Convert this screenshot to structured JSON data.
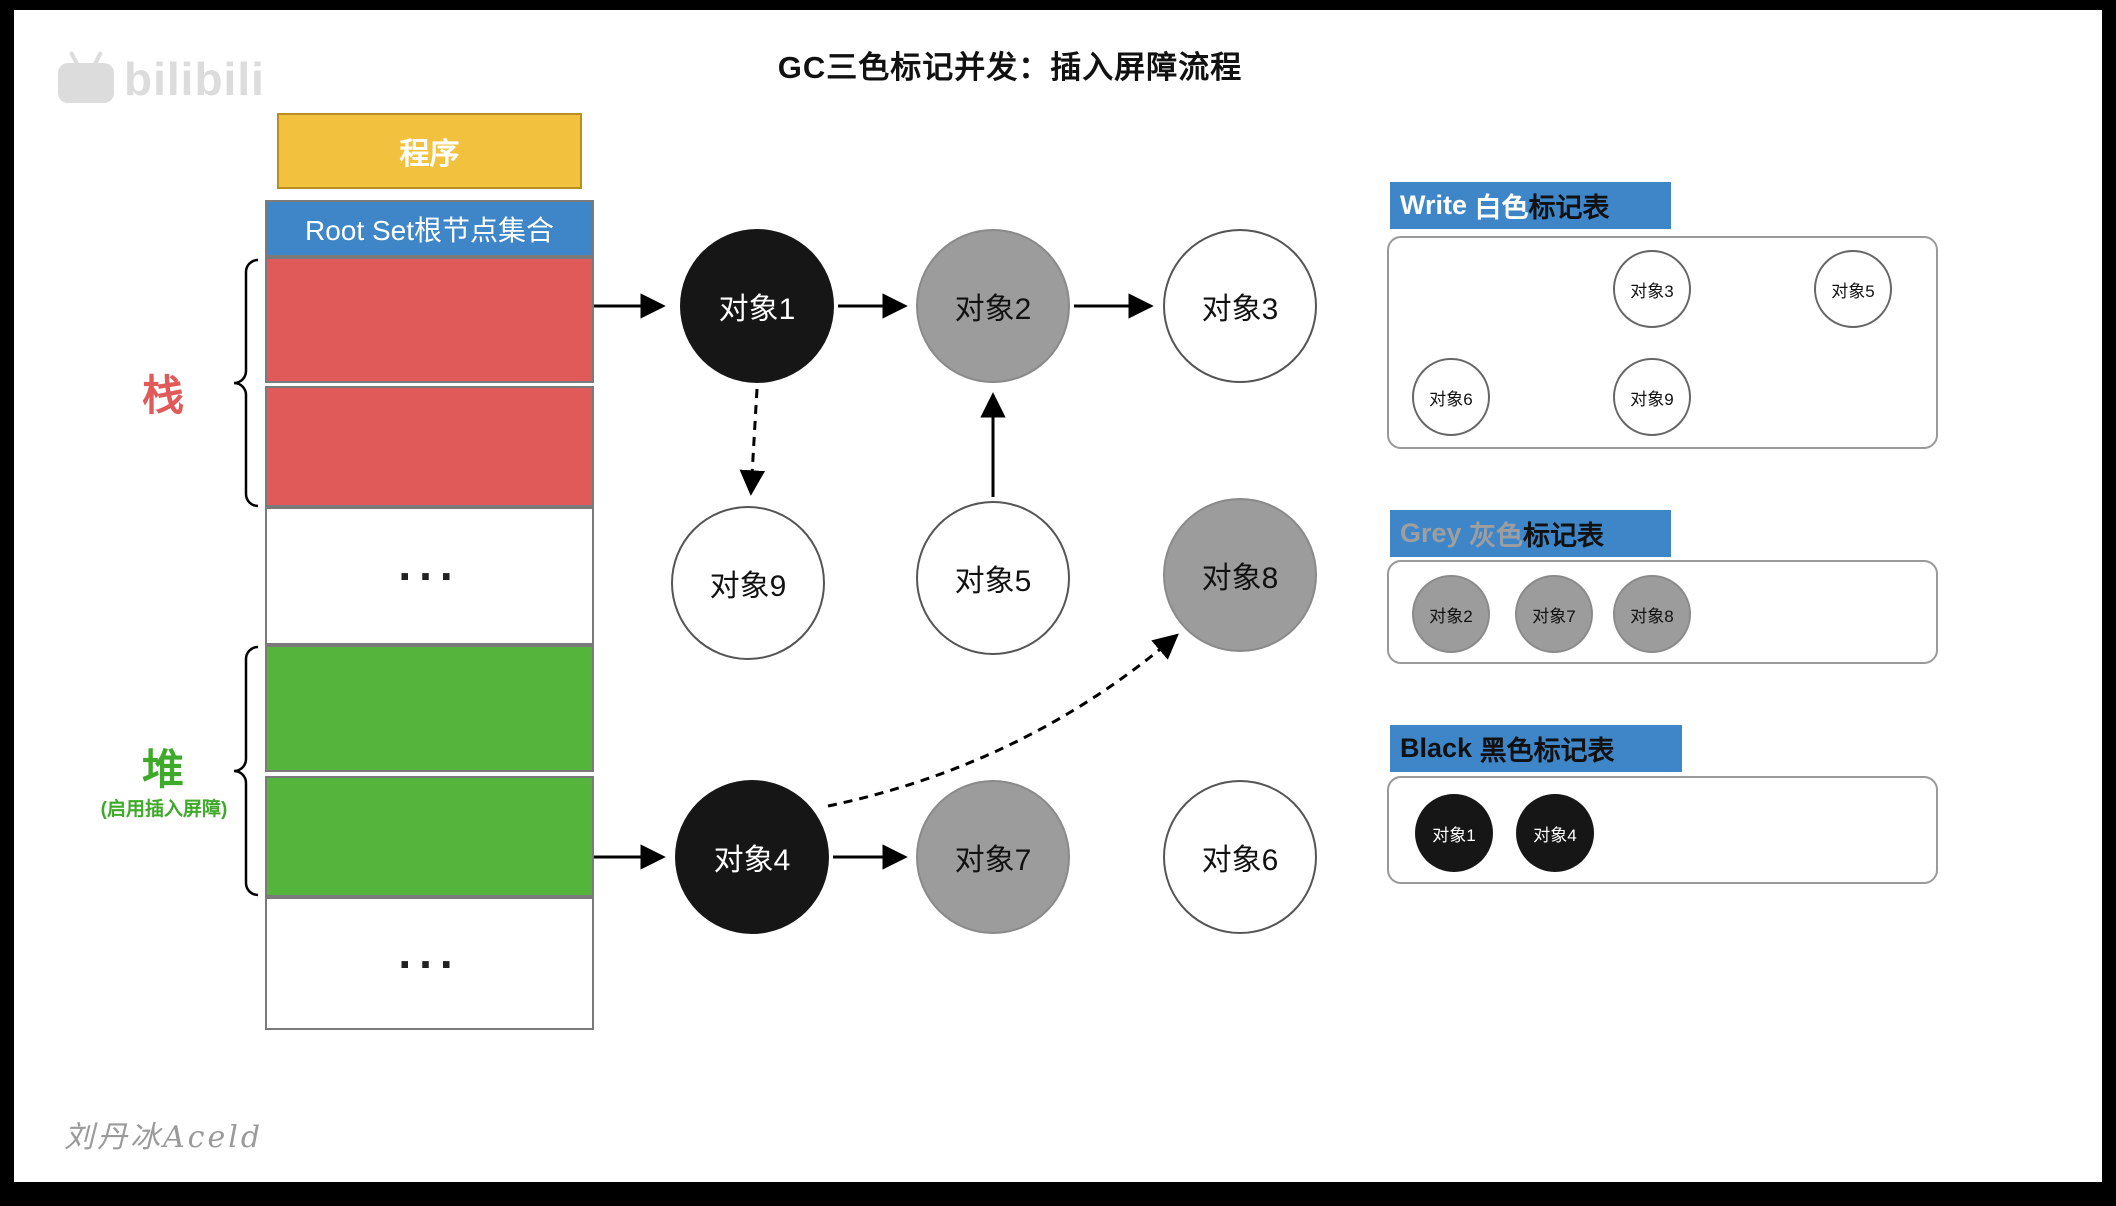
{
  "title": "GC三色标记并发：插入屏障流程",
  "watermark": "bilibili",
  "signature": "刘丹冰Aceld",
  "memory": {
    "program_label": "程序",
    "rootset_label": "Root Set根节点集合",
    "stack_label": "栈",
    "heap_label": "堆",
    "heap_note": "(启用插入屏障)",
    "ellipsis": "...",
    "segments": [
      {
        "name": "program",
        "color": "#F2C13D"
      },
      {
        "name": "root-set",
        "color": "#3E86C8"
      },
      {
        "name": "stack-slot-1",
        "color": "#E05A5A"
      },
      {
        "name": "stack-slot-2",
        "color": "#E05A5A"
      },
      {
        "name": "ellipsis",
        "color": "#FFFFFF"
      },
      {
        "name": "heap-slot-1",
        "color": "#55B43C"
      },
      {
        "name": "heap-slot-2",
        "color": "#55B43C"
      },
      {
        "name": "ellipsis",
        "color": "#FFFFFF"
      }
    ]
  },
  "graph": {
    "nodes": [
      {
        "label": "对象1",
        "color": "black"
      },
      {
        "label": "对象2",
        "color": "grey"
      },
      {
        "label": "对象3",
        "color": "white"
      },
      {
        "label": "对象4",
        "color": "black"
      },
      {
        "label": "对象5",
        "color": "white"
      },
      {
        "label": "对象6",
        "color": "white"
      },
      {
        "label": "对象7",
        "color": "grey"
      },
      {
        "label": "对象8",
        "color": "grey"
      },
      {
        "label": "对象9",
        "color": "white"
      }
    ],
    "edges": [
      {
        "from": "root-set",
        "to": "对象1",
        "style": "solid"
      },
      {
        "from": "对象1",
        "to": "对象2",
        "style": "solid"
      },
      {
        "from": "对象2",
        "to": "对象3",
        "style": "solid"
      },
      {
        "from": "对象1",
        "to": "对象9",
        "style": "dashed"
      },
      {
        "from": "对象5",
        "to": "对象2",
        "style": "solid"
      },
      {
        "from": "heap",
        "to": "对象4",
        "style": "solid"
      },
      {
        "from": "对象4",
        "to": "对象7",
        "style": "solid"
      },
      {
        "from": "对象4",
        "to": "对象8",
        "style": "dashed"
      }
    ]
  },
  "tables": {
    "white": {
      "title_en": "Write ",
      "title_color": "白色",
      "title_suffix": "标记表",
      "items": [
        "对象3",
        "对象5",
        "对象6",
        "对象9"
      ]
    },
    "grey": {
      "title_en": "Grey ",
      "title_color": "灰色",
      "title_suffix": "标记表",
      "items": [
        "对象2",
        "对象7",
        "对象8"
      ]
    },
    "black": {
      "title_en": "Black ",
      "title_color": "黑色",
      "title_suffix": "标记表",
      "items": [
        "对象1",
        "对象4"
      ]
    }
  },
  "colors": {
    "yellow": "#F2C13D",
    "blue": "#3E86C8",
    "red": "#E05A5A",
    "green": "#55B43C",
    "grey_node": "#9C9C9C",
    "black_node": "#161616",
    "white_node": "#FFFFFF"
  }
}
